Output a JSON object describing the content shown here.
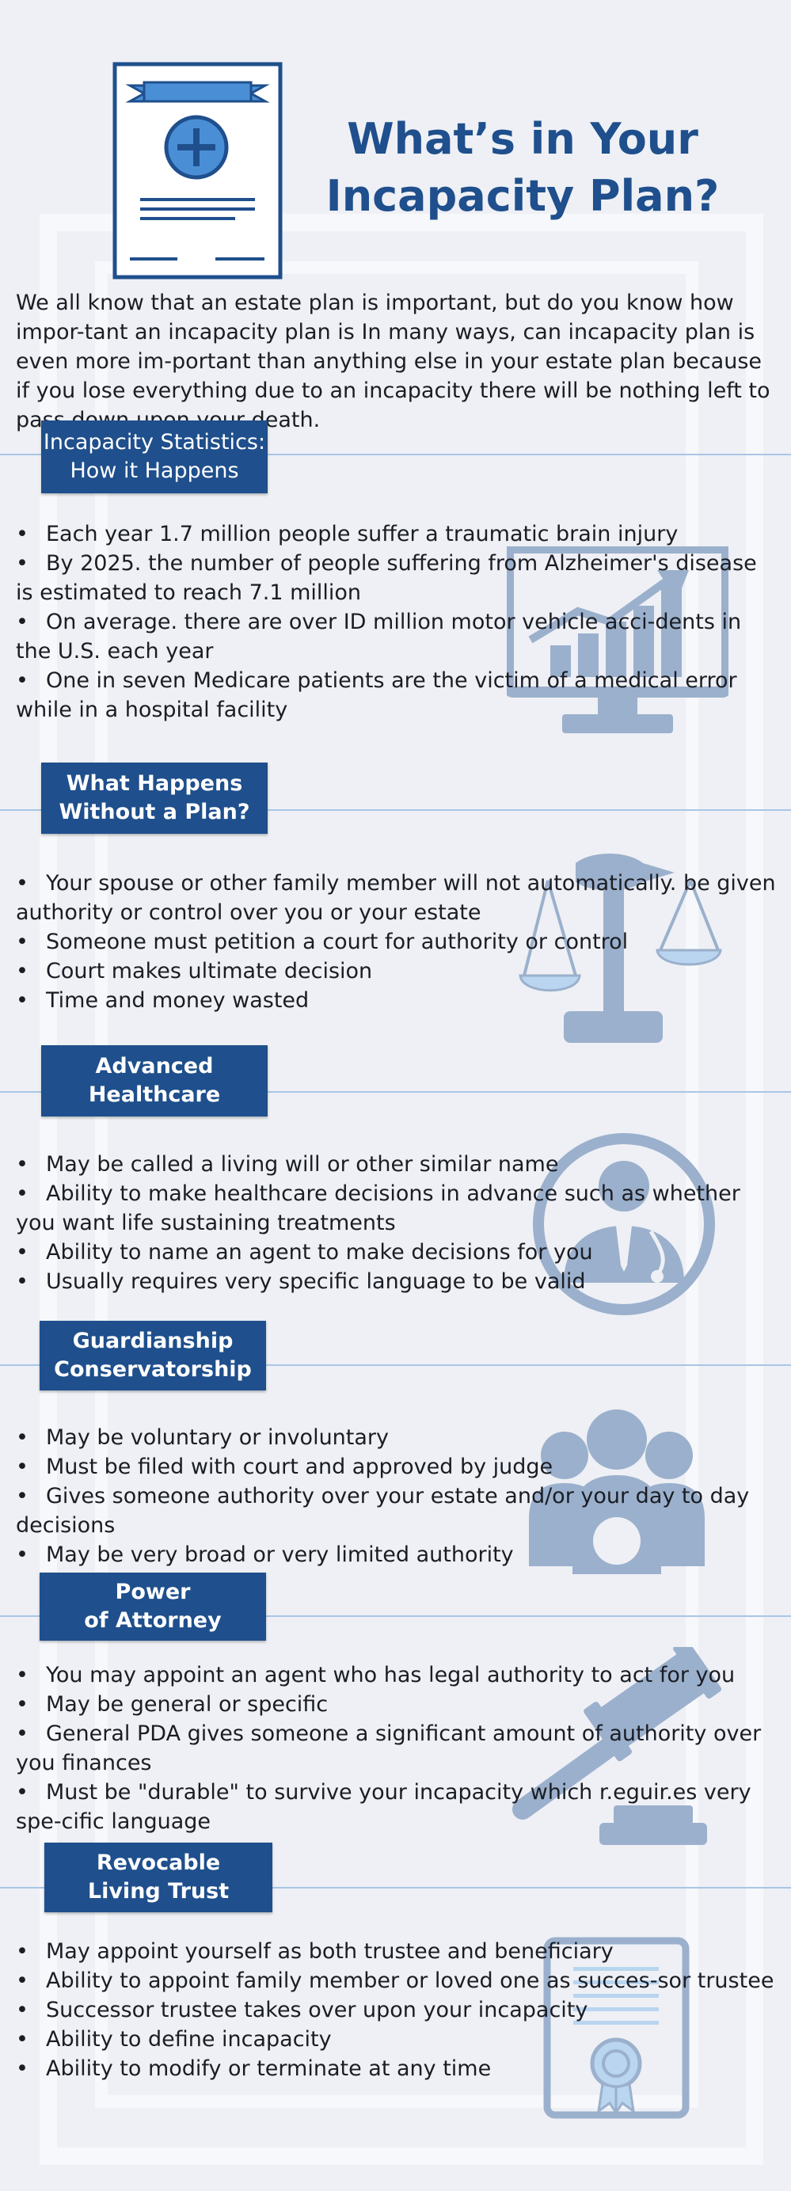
{
  "title_line1": "What’s in Your",
  "title_line2": "Incapacity Plan?",
  "intro": "We all know that an estate plan is important, but do you know how impor-tant an incapacity plan is In many ways, can incapacity plan is even more im-portant than anything else in your estate plan because if you lose everything due to an incapacity there will be nothing left to pass down upon your death.",
  "bullet_char": "•",
  "colors": {
    "brand": "#1f4f8c",
    "icon": "#9bb0cc",
    "accent_light": "#b9d5f0",
    "line": "#a9c6e6"
  },
  "sections": [
    {
      "label1": "Incapacity Statistics:",
      "label2": "How it Happens",
      "icon": "growth-chart-monitor-icon",
      "items": [
        "Each year 1.7 million people suffer a traumatic brain injury",
        "By 2025. the number of people suffering from Alzheimer's disease is estimated to reach 7.1 million",
        "On average. there are over ID million motor vehicle acci-dents in the U.S. each year",
        "One in seven Medicare patients are the victim of a medical error while in a hospital facility"
      ]
    },
    {
      "label1": "What Happens",
      "label2": "Without a Plan?",
      "icon": "scales-of-justice-icon",
      "items": [
        "Your spouse or other family member will not automatically. be given authority or control over you or your estate",
        "Someone must petition a court for authority or control",
        "Court makes ultimate decision",
        "Time and money wasted"
      ]
    },
    {
      "label1": "Advanced",
      "label2": "Healthcare",
      "icon": "doctor-icon",
      "items": [
        "May be called a living will or other similar name",
        "Ability to make healthcare decisions in advance such as whether you want life sustaining treatments",
        "Ability to name an agent to make decisions for you",
        "Usually requires very specific language to be valid"
      ]
    },
    {
      "label1": "Guardianship",
      "label2": "Conservatorship",
      "icon": "group-of-people-icon",
      "items": [
        "May be voluntary or involuntary",
        "Must be filed with court and approved by judge",
        "Gives someone authority over your estate and/or your day to day decisions",
        "May be very broad or very limited authority"
      ]
    },
    {
      "label1": "Power",
      "label2": "of Attorney",
      "icon": "gavel-icon",
      "items": [
        "You may appoint an agent who has legal authority to act for you",
        "May be general or specific",
        "General PDA gives someone a significant amount of authority over you finances",
        "Must be \"durable\" to survive your incapacity which r.eguir.es very spe-cific language"
      ]
    },
    {
      "label1": "Revocable",
      "label2": "Living Trust",
      "icon": "certificate-icon",
      "items": [
        "May appoint yourself as both trustee and beneficiary",
        "Ability to appoint family member or loved one as succes-sor trustee",
        "Successor trustee takes over upon your incapacity",
        "Ability to define incapacity",
        "Ability to modify or terminate at any time"
      ]
    }
  ]
}
